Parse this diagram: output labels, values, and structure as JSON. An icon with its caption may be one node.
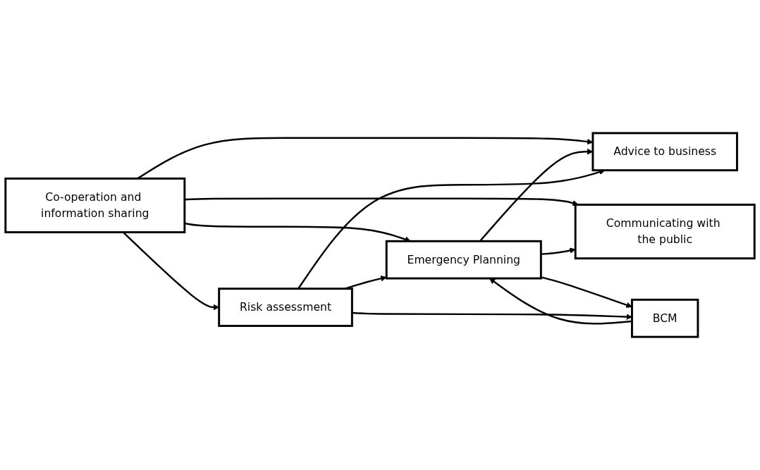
{
  "diagram": {
    "nodes": [
      {
        "text": [
          "Co-operation and information sharing"
        ]
      },
      {
        "text": [
          "Advice to business"
        ]
      },
      {
        "text": [
          "Communicating with the public"
        ]
      },
      {
        "text": [
          "Emergency Planning"
        ]
      },
      {
        "text": [
          "BCM"
        ]
      },
      {
        "text": [
          "Risk assessment"
        ]
      }
    ],
    "edges": [
      {
        "from": 0,
        "to": 1,
        "arrow": "to"
      },
      {
        "from": 0,
        "to": 2,
        "arrow": "to"
      },
      {
        "from": 0,
        "to": 3,
        "arrow": "to"
      },
      {
        "from": 0,
        "to": 5,
        "arrow": "to"
      },
      {
        "from": 3,
        "to": 2,
        "arrow": "to"
      },
      {
        "from": 3,
        "to": 1,
        "arrow": "to"
      },
      {
        "from": 3,
        "to": 4,
        "arrow": "to"
      },
      {
        "from": 4,
        "to": 3,
        "arrow": "to"
      },
      {
        "from": 5,
        "to": 3,
        "arrow": "to"
      },
      {
        "from": 5,
        "to": 4,
        "arrow": "to"
      },
      {
        "from": 5,
        "to": 1,
        "arrow": "to"
      }
    ]
  }
}
